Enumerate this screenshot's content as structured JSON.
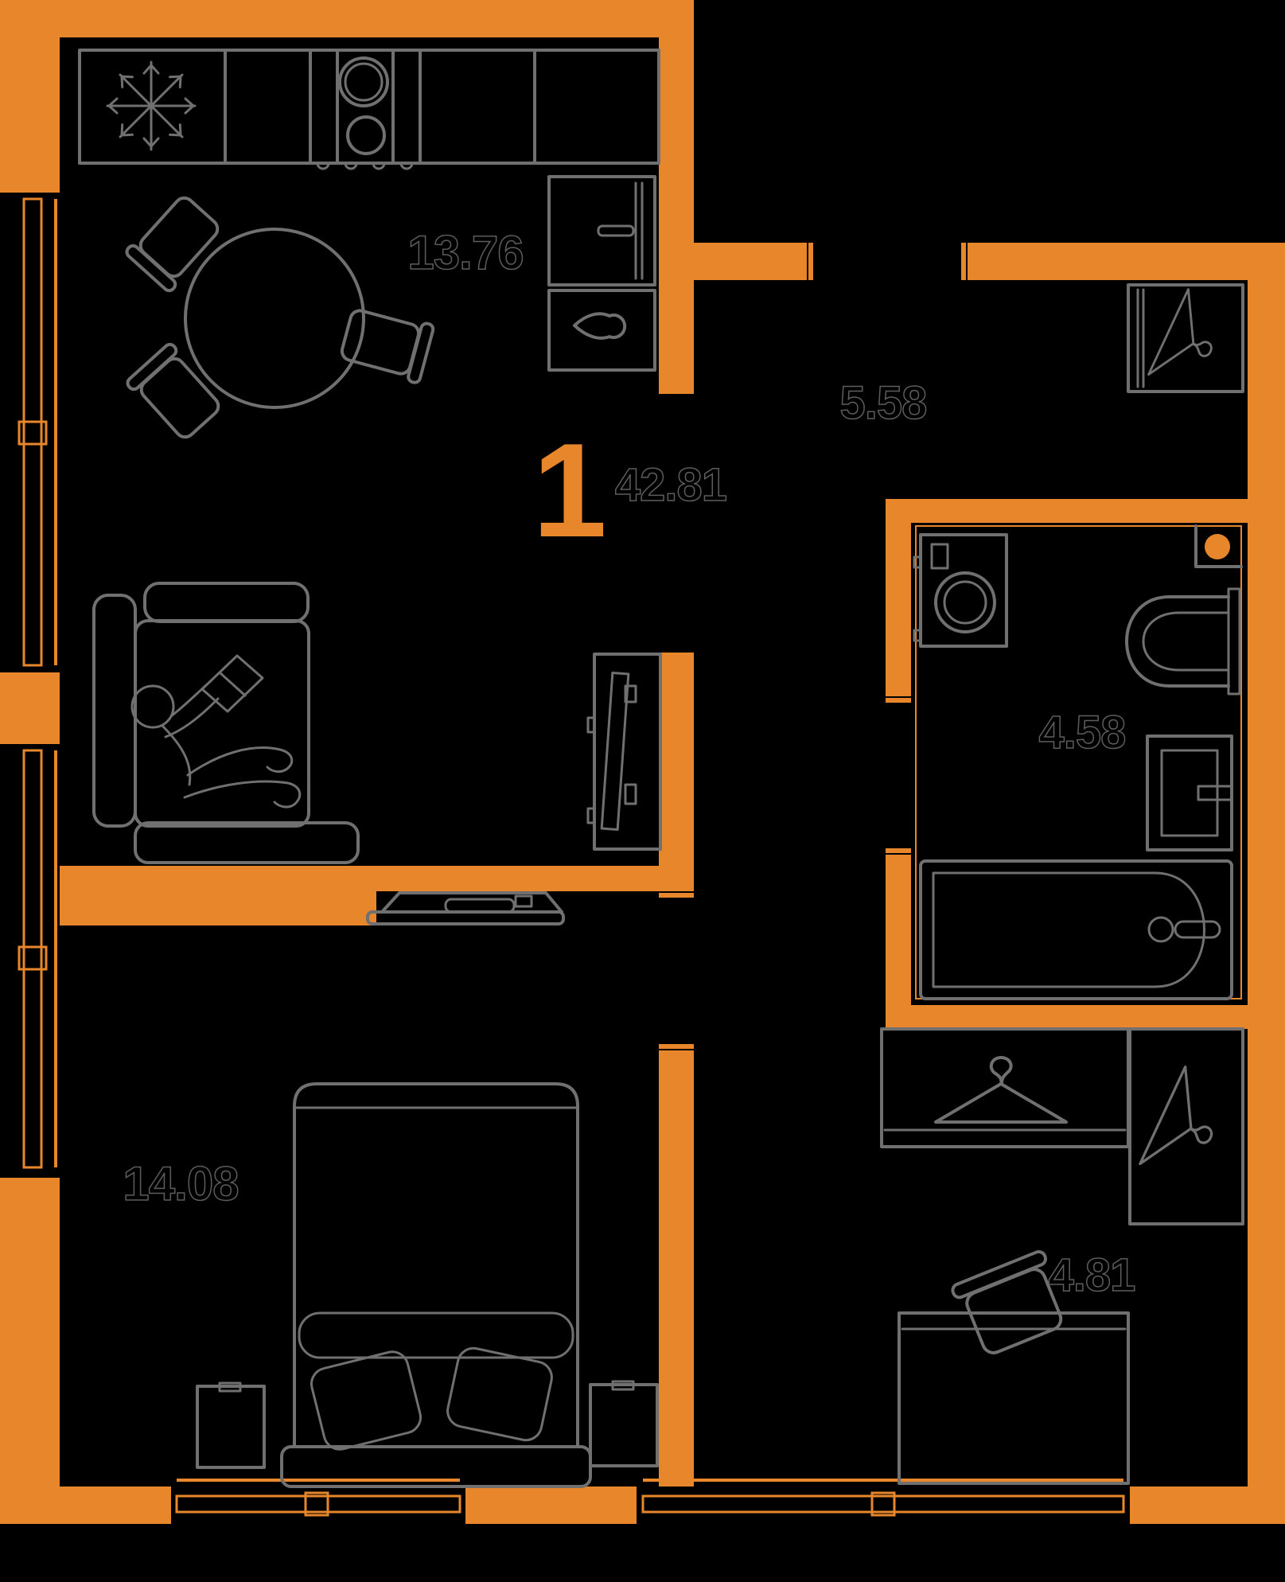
{
  "plan": {
    "unit": {
      "rooms_count": "1",
      "total_area": "42.81"
    },
    "areas": {
      "kitchen_living": "13.76",
      "hallway": "5.58",
      "bathroom": "4.58",
      "bedroom": "14.08",
      "wardrobe": "4.81"
    },
    "colors": {
      "wall": "#E8862B",
      "furniture_line": "#707070",
      "label_outline": "#5d5d5d",
      "background": "#000000"
    },
    "icons": {
      "fridge": "snowflake-icon",
      "closets": "hanger-icon",
      "laundry": "washing-machine-icon",
      "wc": "toilet-icon",
      "bath": "bathtub-icon",
      "living": "person-reading-icon"
    }
  }
}
